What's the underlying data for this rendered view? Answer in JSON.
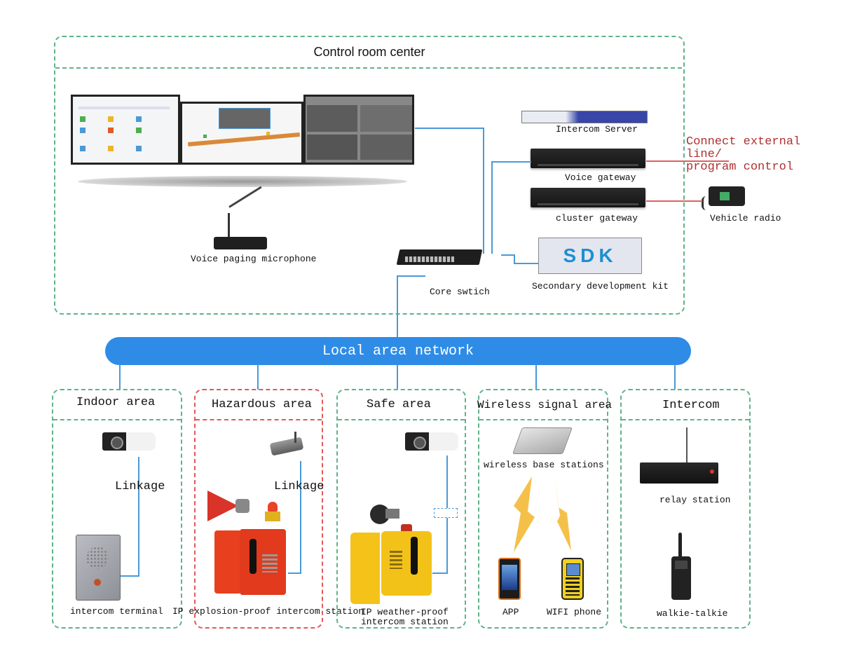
{
  "control_room": {
    "title": "Control room center",
    "devices": {
      "intercom_server": "Intercom Server",
      "voice_gateway": "Voice gateway",
      "cluster_gateway": "cluster gateway",
      "vehicle_radio": "Vehicle radio",
      "voice_paging_microphone": "Voice paging microphone",
      "core_switch": "Core swtich",
      "sdk_logo": "SDK",
      "sdk_label": "Secondary development kit"
    },
    "external_note": [
      "Connect external line/",
      "program control"
    ]
  },
  "network": {
    "label": "Local area network"
  },
  "areas": [
    {
      "title": "Indoor area",
      "border": "green",
      "linkage": "Linkage",
      "devices": [
        "intercom terminal"
      ]
    },
    {
      "title": "Hazardous area",
      "border": "red",
      "linkage": "Linkage",
      "devices": [
        "IP explosion-proof intercom station"
      ]
    },
    {
      "title": "Safe area",
      "border": "green",
      "devices": [
        "IP weather-proof",
        "intercom station"
      ]
    },
    {
      "title": "Wireless signal area",
      "border": "green",
      "devices": [
        "wireless base stations",
        "APP",
        "WIFI phone"
      ]
    },
    {
      "title": "Intercom",
      "border": "green",
      "devices": [
        "relay station",
        "walkie-talkie"
      ]
    }
  ],
  "colors": {
    "green_border": "#5fb389",
    "red_border": "#e05a5a",
    "network_blue": "#2e8ce6",
    "wire_blue": "#4a9ad8",
    "note_red": "#b03030",
    "sdk_blue": "#1e8fd0"
  }
}
